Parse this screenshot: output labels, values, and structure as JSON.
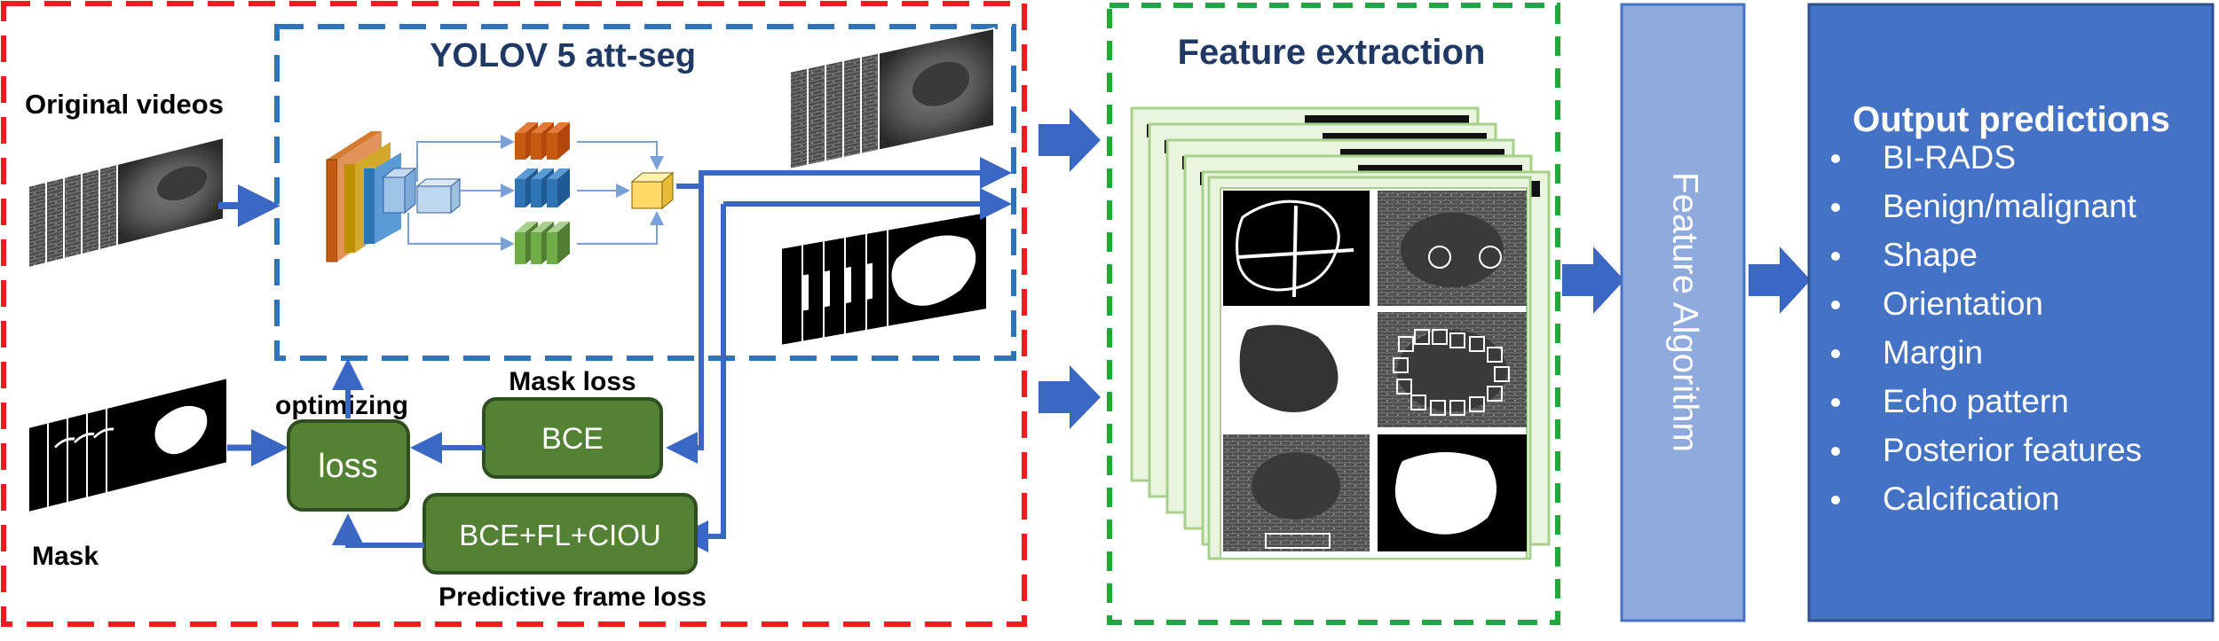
{
  "yolo": {
    "title": "YOLOV 5 att-seg"
  },
  "inputs": {
    "videos_label": "Original videos",
    "mask_label": "Mask"
  },
  "losses": {
    "optimizing_label": "optimizing",
    "loss_label": "loss",
    "mask_loss_label": "Mask loss",
    "bce_label": "BCE",
    "combo_label": "BCE+FL+CIOU",
    "frame_loss_label": "Predictive frame loss"
  },
  "features": {
    "title": "Feature extraction"
  },
  "algorithm": {
    "label": "Feature Algorithm"
  },
  "output": {
    "title": "Output predictions",
    "items": [
      "BI-RADS",
      "Benign/malignant",
      "Shape",
      "Orientation",
      "Margin",
      "Echo pattern",
      "Posterior features",
      "Calcification"
    ]
  },
  "colors": {
    "red_dash": "#ee1c1c",
    "blue_dash": "#2f73b8",
    "green_dash": "#1fa83c",
    "arrow": "#3a67c4",
    "loss_box": "#548235",
    "algo_box": "#8faadc",
    "output_box": "#4472c4",
    "title_navy": "#1f3864"
  }
}
